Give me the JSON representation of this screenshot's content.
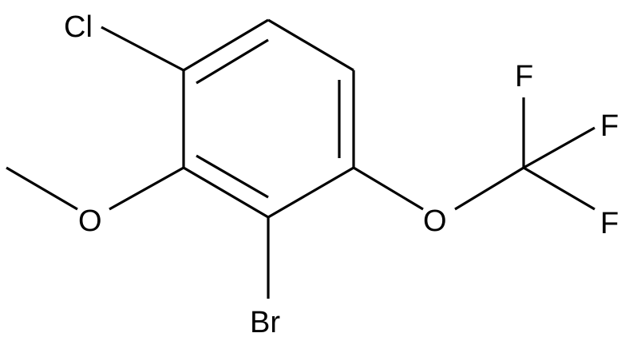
{
  "molecule": {
    "atoms": {
      "chlorine": "Cl",
      "methoxy_oxygen": "O",
      "bromine": "Br",
      "ether_oxygen": "O",
      "fluorine_top": "F",
      "fluorine_middle": "F",
      "fluorine_bottom": "F"
    },
    "colors": {
      "bond": "#000000",
      "label": "#000000",
      "background": "#ffffff"
    }
  }
}
